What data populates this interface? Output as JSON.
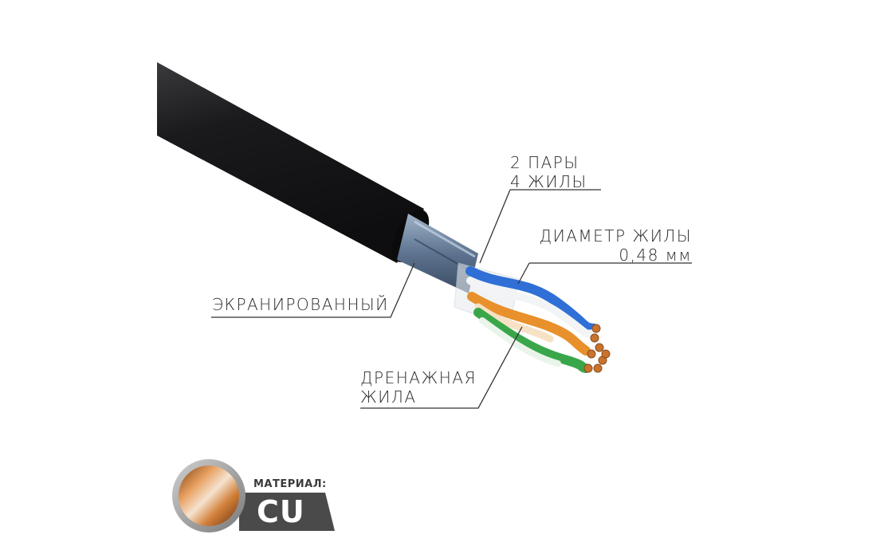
{
  "labels": {
    "pairs_line1": "2 ПАРЫ",
    "pairs_line2": "4 ЖИЛЫ",
    "diameter_line1": "ДИАМЕТР ЖИЛЫ",
    "diameter_line2": "0,48 мм",
    "shield": "ЭКРАНИРОВАННЫЙ",
    "drain_line1": "ДРЕНАЖНАЯ",
    "drain_line2": "ЖИЛА"
  },
  "badge": {
    "label": "МАТЕРИАЛ:",
    "value": "CU"
  },
  "colors": {
    "jacket": "#1c1c1e",
    "shield": "#6f85a0",
    "copper": "#c8742f",
    "pair_blue": "#2f6fd6",
    "pair_orange": "#e8902c",
    "pair_green": "#3aa64a",
    "badge_dark": "#4a4a4a"
  }
}
